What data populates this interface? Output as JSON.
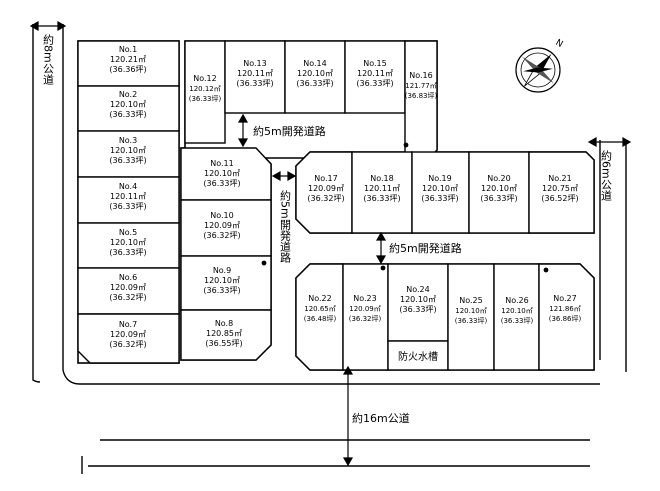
{
  "lots": [
    {
      "no": "No.1",
      "area": "120.21㎡",
      "tsubo": "(36.36坪)"
    },
    {
      "no": "No.2",
      "area": "120.10㎡",
      "tsubo": "(36.33坪)"
    },
    {
      "no": "No.3",
      "area": "120.10㎡",
      "tsubo": "(36.33坪)"
    },
    {
      "no": "No.4",
      "area": "120.11㎡",
      "tsubo": "(36.33坪)"
    },
    {
      "no": "No.5",
      "area": "120.10㎡",
      "tsubo": "(36.33坪)"
    },
    {
      "no": "No.6",
      "area": "120.09㎡",
      "tsubo": "(36.32坪)"
    },
    {
      "no": "No.7",
      "area": "120.09㎡",
      "tsubo": "(36.32坪)"
    },
    {
      "no": "No.8",
      "area": "120.85㎡",
      "tsubo": "(36.55坪)"
    },
    {
      "no": "No.9",
      "area": "120.10㎡",
      "tsubo": "(36.33坪)"
    },
    {
      "no": "No.10",
      "area": "120.09㎡",
      "tsubo": "(36.32坪)"
    },
    {
      "no": "No.11",
      "area": "120.10㎡",
      "tsubo": "(36.33坪)"
    },
    {
      "no": "No.12",
      "area": "120.12㎡",
      "tsubo": "(36.33坪)"
    },
    {
      "no": "No.13",
      "area": "120.11㎡",
      "tsubo": "(36.33坪)"
    },
    {
      "no": "No.14",
      "area": "120.10㎡",
      "tsubo": "(36.33坪)"
    },
    {
      "no": "No.15",
      "area": "120.11㎡",
      "tsubo": "(36.33坪)"
    },
    {
      "no": "No.16",
      "area": "121.77㎡",
      "tsubo": "(36.83坪)"
    },
    {
      "no": "No.17",
      "area": "120.09㎡",
      "tsubo": "(36.32坪)"
    },
    {
      "no": "No.18",
      "area": "120.11㎡",
      "tsubo": "(36.33坪)"
    },
    {
      "no": "No.19",
      "area": "120.10㎡",
      "tsubo": "(36.33坪)"
    },
    {
      "no": "No.20",
      "area": "120.10㎡",
      "tsubo": "(36.33坪)"
    },
    {
      "no": "No.21",
      "area": "120.75㎡",
      "tsubo": "(36.52坪)"
    },
    {
      "no": "No.22",
      "area": "120.65㎡",
      "tsubo": "(36.48坪)"
    },
    {
      "no": "No.23",
      "area": "120.09㎡",
      "tsubo": "(36.32坪)"
    },
    {
      "no": "No.24",
      "area": "120.10㎡",
      "tsubo": "(36.33坪)"
    },
    {
      "no": "No.25",
      "area": "120.10㎡",
      "tsubo": "(36.33坪)"
    },
    {
      "no": "No.26",
      "area": "120.10㎡",
      "tsubo": "(36.33坪)"
    },
    {
      "no": "No.27",
      "area": "121.86㎡",
      "tsubo": "(36.86坪)"
    }
  ],
  "roads": {
    "west": "約8m公道",
    "east": "約6m公道",
    "south": "約16m公道",
    "dev_top": "約5m開発道路",
    "dev_middle": "約5m開発道路",
    "dev_vertical": "約5m開発道路"
  },
  "fire_tank": "防火水槽",
  "compass_label": "N"
}
